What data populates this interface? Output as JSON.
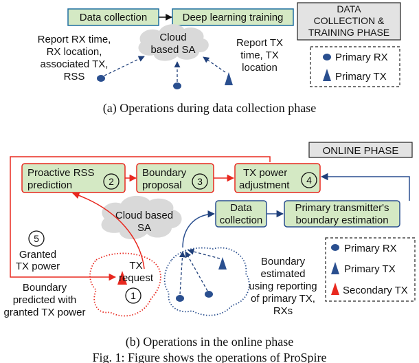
{
  "panel_a": {
    "box_data_collection": "Data collection",
    "box_dl_training": "Deep learning training",
    "phase_label": [
      "DATA",
      "COLLECTION &",
      "TRAINING PHASE"
    ],
    "cloud_label": [
      "Cloud",
      "based SA"
    ],
    "report_rx": [
      "Report RX time,",
      "RX location,",
      "associated TX,",
      "RSS"
    ],
    "report_tx": [
      "Report TX",
      "time, TX",
      "location"
    ],
    "legend": {
      "primary_rx": "Primary RX",
      "primary_tx": "Primary TX"
    },
    "caption": "(a)  Operations during data collection phase"
  },
  "panel_b": {
    "phase_label": "ONLINE PHASE",
    "box_rss": [
      "Proactive RSS",
      "prediction"
    ],
    "box_boundary": [
      "Boundary",
      "proposal"
    ],
    "box_power": [
      "TX power",
      "adjustment"
    ],
    "step_numbers": [
      "2",
      "3",
      "4",
      "1",
      "5"
    ],
    "cloud_label": [
      "Cloud based",
      "SA"
    ],
    "box_data_collection": [
      "Data",
      "collection"
    ],
    "box_boundary_est": [
      "Primary transmitter's",
      "boundary estimation"
    ],
    "granted": [
      "Granted",
      "TX power"
    ],
    "tx_request": [
      "TX",
      "request"
    ],
    "boundary_predicted": [
      "Boundary",
      "predicted with",
      "granted TX power"
    ],
    "boundary_estimated": [
      "Boundary",
      "estimated",
      "using reporting",
      "of primary TX,",
      "RXs"
    ],
    "legend": {
      "primary_rx": "Primary RX",
      "primary_tx": "Primary TX",
      "secondary_tx": "Secondary TX"
    },
    "caption": "(b)  Operations in the online phase"
  },
  "fig_caption": "Fig. 1: Figure shows the operations of ProSpire",
  "colors": {
    "box_fill": "#d4e9c4",
    "box_stroke_a": "#1f6ea0",
    "red": "#e8281f",
    "blue": "#2a4f8f",
    "cloud": "#d9d9d9",
    "phase_fill": "#e3e3e3"
  }
}
